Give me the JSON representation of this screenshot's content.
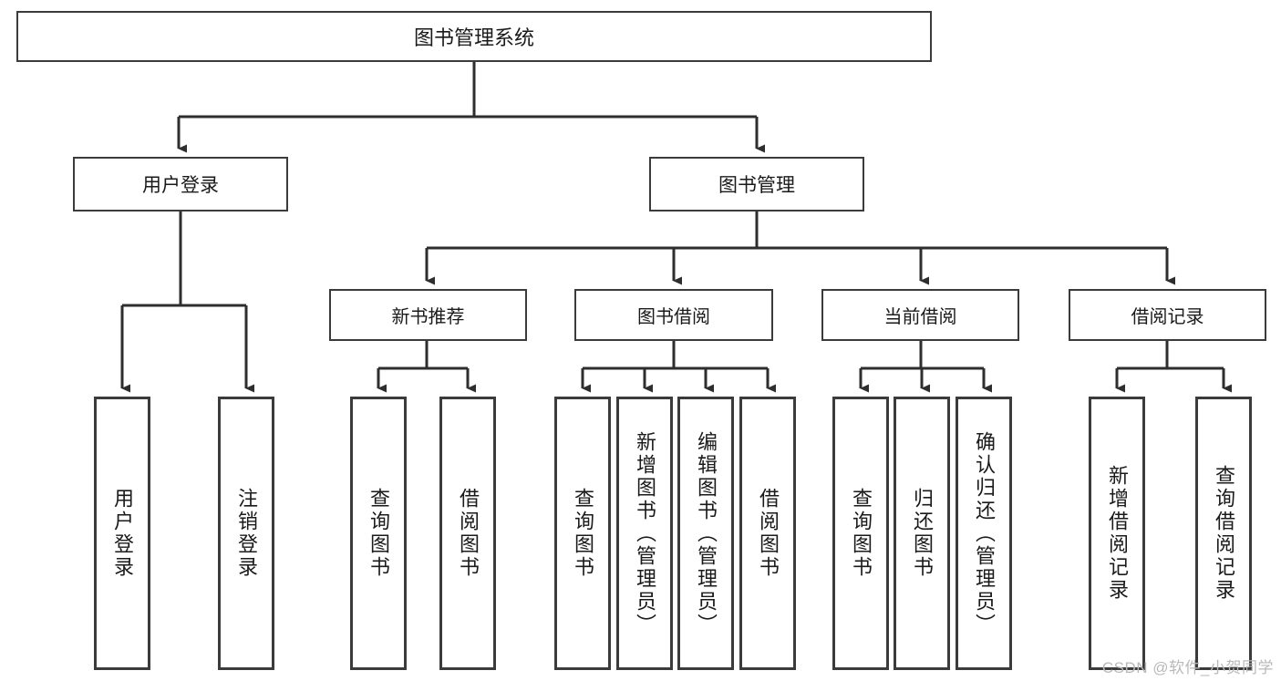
{
  "diagram": {
    "type": "tree-hierarchy",
    "title_node": "图书管理系统",
    "background_color": "#ffffff",
    "border_color": "#3b3b3b",
    "text_color": "#1a1a1a",
    "level1": [
      {
        "label": "用户登录"
      },
      {
        "label": "图书管理"
      }
    ],
    "level2": [
      {
        "label": "新书推荐"
      },
      {
        "label": "图书借阅"
      },
      {
        "label": "当前借阅"
      },
      {
        "label": "借阅记录"
      }
    ],
    "leaves": {
      "user_login": [
        {
          "label": "用户登录"
        },
        {
          "label": "注销登录"
        }
      ],
      "new_book_recommend": [
        {
          "label": "查询图书"
        },
        {
          "label": "借阅图书"
        }
      ],
      "book_borrow": [
        {
          "label": "查询图书"
        },
        {
          "label": "新增图书（管理员）"
        },
        {
          "label": "编辑图书（管理员）"
        },
        {
          "label": "借阅图书"
        }
      ],
      "current_borrow": [
        {
          "label": "查询图书"
        },
        {
          "label": "归还图书"
        },
        {
          "label": "确认归还（管理员）"
        }
      ],
      "borrow_record": [
        {
          "label": "新增借阅记录"
        },
        {
          "label": "查询借阅记录"
        }
      ]
    }
  },
  "watermark": {
    "text": "CSDN @软件_小贺同学"
  }
}
